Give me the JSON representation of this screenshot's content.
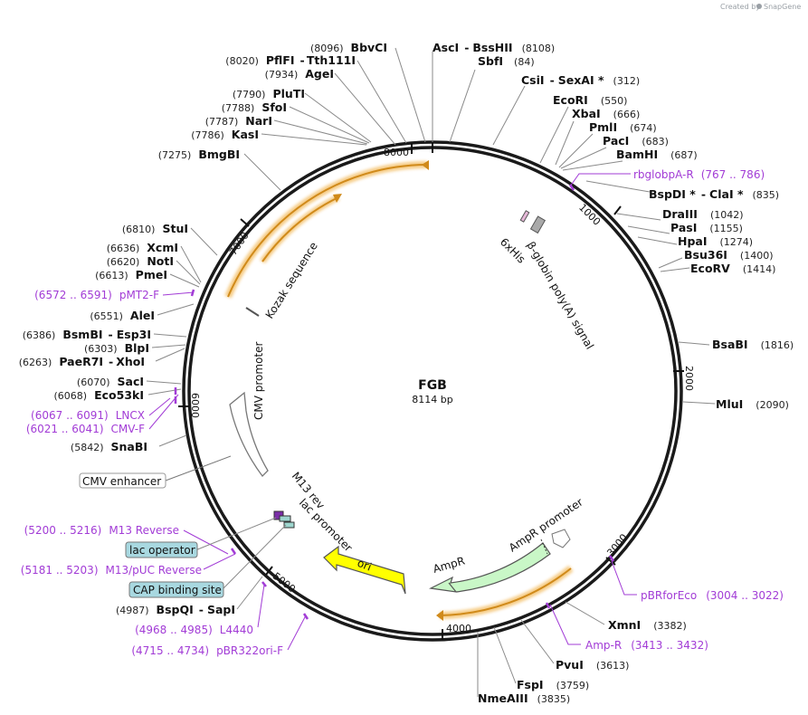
{
  "credit": {
    "text": "Created by",
    "brand": "SnapGene"
  },
  "plasmid": {
    "name": "FGB",
    "size": "8114 bp"
  },
  "ticks": [
    "8000",
    "1000",
    "2000",
    "3000",
    "4000",
    "5000",
    "6000",
    "7000"
  ],
  "enzymes_right": [
    {
      "name": "AscI",
      "connector": "-",
      "name2": "BssHII",
      "pos": "(8108)"
    },
    {
      "name": "SbfI",
      "pos": "(84)"
    },
    {
      "name": "CsiI",
      "connector": "-",
      "name2": "SexAI *",
      "pos": "(312)"
    },
    {
      "name": "EcoRI",
      "pos": "(550)"
    },
    {
      "name": "XbaI",
      "pos": "(666)"
    },
    {
      "name": "PmlI",
      "pos": "(674)"
    },
    {
      "name": "PacI",
      "pos": "(683)"
    },
    {
      "name": "BamHI",
      "pos": "(687)"
    },
    {
      "name": "BspDI *",
      "connector": "-",
      "name2": "ClaI *",
      "pos": "(835)"
    },
    {
      "name": "DraIII",
      "pos": "(1042)"
    },
    {
      "name": "PasI",
      "pos": "(1155)"
    },
    {
      "name": "HpaI",
      "pos": "(1274)"
    },
    {
      "name": "Bsu36I",
      "pos": "(1400)"
    },
    {
      "name": "EcoRV",
      "pos": "(1414)"
    },
    {
      "name": "BsaBI",
      "pos": "(1816)"
    },
    {
      "name": "MluI",
      "pos": "(2090)"
    },
    {
      "name": "XmnI",
      "pos": "(3382)"
    },
    {
      "name": "PvuI",
      "pos": "(3613)"
    },
    {
      "name": "FspI",
      "pos": "(3759)"
    },
    {
      "name": "NmeAIII",
      "pos": "(3835)"
    }
  ],
  "enzymes_left": [
    {
      "pos": "(8096)",
      "name": "BbvCI"
    },
    {
      "pos": "(8020)",
      "name": "PflFI",
      "connector": "-",
      "name2": "Tth111I"
    },
    {
      "pos": "(7934)",
      "name": "AgeI"
    },
    {
      "pos": "(7790)",
      "name": "PluTI"
    },
    {
      "pos": "(7788)",
      "name": "SfoI"
    },
    {
      "pos": "(7787)",
      "name": "NarI"
    },
    {
      "pos": "(7786)",
      "name": "KasI"
    },
    {
      "pos": "(7275)",
      "name": "BmgBI"
    },
    {
      "pos": "(6810)",
      "name": "StuI"
    },
    {
      "pos": "(6636)",
      "name": "XcmI"
    },
    {
      "pos": "(6620)",
      "name": "NotI"
    },
    {
      "pos": "(6613)",
      "name": "PmeI"
    },
    {
      "pos": "(6551)",
      "name": "AleI"
    },
    {
      "pos": "(6386)",
      "name": "BsmBI",
      "connector": "-",
      "name2": "Esp3I"
    },
    {
      "pos": "(6303)",
      "name": "BlpI"
    },
    {
      "pos": "(6263)",
      "name": "PaeR7I",
      "connector": "-",
      "name2": "XhoI"
    },
    {
      "pos": "(6070)",
      "name": "SacI"
    },
    {
      "pos": "(6068)",
      "name": "Eco53kI"
    },
    {
      "pos": "(5842)",
      "name": "SnaBI"
    },
    {
      "pos": "(4987)",
      "name": "BspQI",
      "connector": "-",
      "name2": "SapI"
    }
  ],
  "primers": [
    {
      "name": "rbglobpA-R",
      "range": "(767 .. 786)"
    },
    {
      "name": "pBRforEco",
      "range": "(3004 .. 3022)"
    },
    {
      "name": "Amp-R",
      "range": "(3413 .. 3432)"
    },
    {
      "name": "pMT2-F",
      "range": "(6572 .. 6591)"
    },
    {
      "name": "LNCX",
      "range": "(6067 .. 6091)"
    },
    {
      "name": "CMV-F",
      "range": "(6021 .. 6041)"
    },
    {
      "name": "M13 Reverse",
      "range": "(5200 .. 5216)"
    },
    {
      "name": "M13/pUC Reverse",
      "range": "(5181 .. 5203)"
    },
    {
      "name": "L4440",
      "range": "(4968 .. 4985)"
    },
    {
      "name": "pBR322ori-F",
      "range": "(4715 .. 4734)"
    }
  ],
  "features": {
    "kozak": "Kozak sequence",
    "sixhis": "6xHis",
    "globin": "β-globin poly(A) signal",
    "cmv_promoter": "CMV promoter",
    "cmv_enhancer": "CMV enhancer",
    "m13rev": "M13 rev",
    "lac_promoter": "lac promoter",
    "lac_operator": "lac operator",
    "cap_site": "CAP binding site",
    "ori": "ori",
    "ampr": "AmpR",
    "ampr_promoter": "AmpR promoter"
  },
  "colors": {
    "backbone": "#1a1a1a",
    "primer": "#a23cd6",
    "orf_glow": "#f5c77a",
    "ori_fill": "#ffff00",
    "ampr_fill": "#c9f7c7",
    "box_fill": "#a8d8e0",
    "cmv_fill": "#ffffff"
  }
}
